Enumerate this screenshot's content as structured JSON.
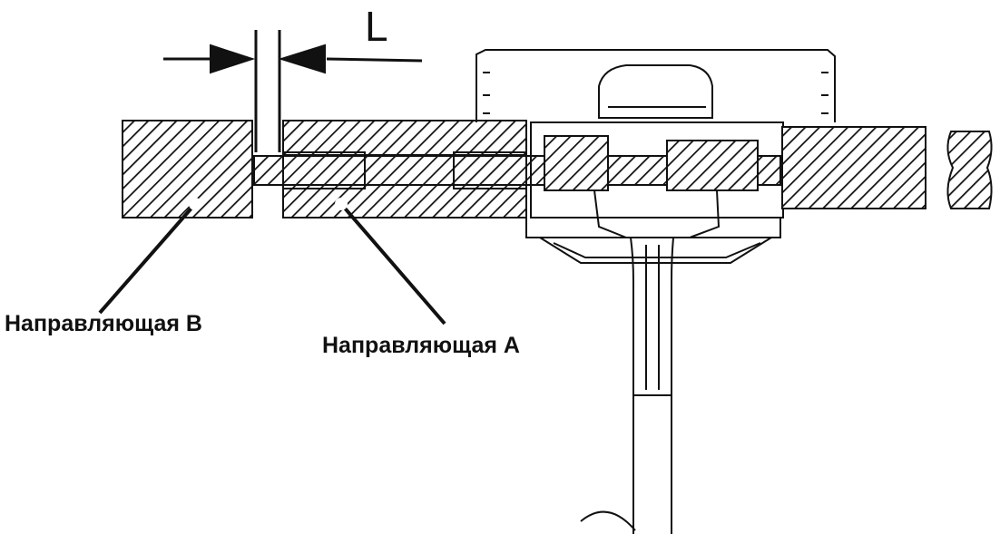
{
  "dimension_label": "L",
  "labels": {
    "guide_b": "Направляющая B",
    "guide_a": "Направляющая A"
  },
  "colors": {
    "line": "#111111",
    "background": "#ffffff"
  }
}
